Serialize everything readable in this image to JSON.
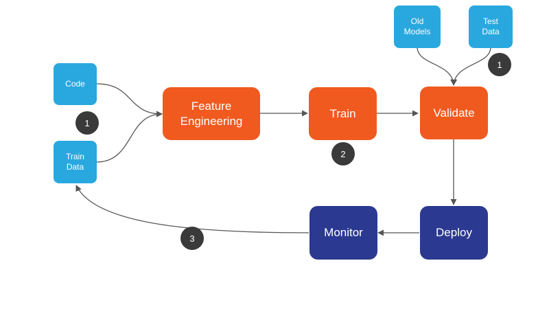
{
  "colors": {
    "input": "#29a8df",
    "process": "#f05a1f",
    "ops": "#2b3990",
    "badge": "#3a3a3a",
    "connector": "#555555"
  },
  "nodes": {
    "code": "Code",
    "train_data": "Train\nData",
    "old_models": "Old\nModels",
    "test_data": "Test\nData",
    "feature_engineering": "Feature\nEngineering",
    "train": "Train",
    "validate": "Validate",
    "deploy": "Deploy",
    "monitor": "Monitor"
  },
  "badges": {
    "inputs_step": "1",
    "validation_inputs_step": "1",
    "train_step": "2",
    "monitor_step": "3"
  }
}
